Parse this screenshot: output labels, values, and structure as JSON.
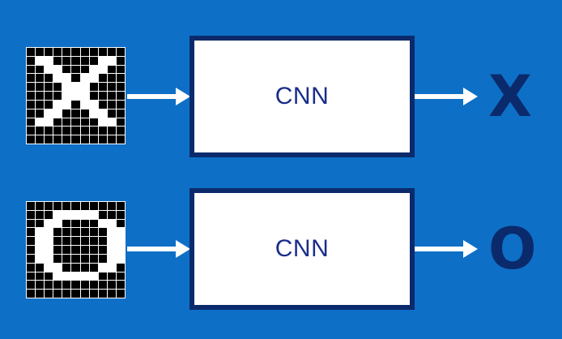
{
  "rows": [
    {
      "input_pattern": [
        "00000000000",
        "01100000110",
        "00110001100",
        "00011011000",
        "00001110000",
        "00001110000",
        "00011011000",
        "00110001100",
        "01100000110",
        "00000000000",
        "00000000000"
      ],
      "model_label": "CNN",
      "output_label": "X"
    },
    {
      "input_pattern": [
        "00000000000",
        "00011111000",
        "00110000110",
        "01100000011",
        "01100000011",
        "01100000011",
        "01100000011",
        "00110000110",
        "00011111000",
        "00000000000",
        "00000000000"
      ],
      "model_label": "CNN",
      "output_label": "O"
    }
  ],
  "colors": {
    "background": "#0e6fc6",
    "box_border": "#0b2a6b",
    "box_text": "#1a2d8a",
    "output_text": "#0b2a6b",
    "arrow": "#ffffff"
  }
}
